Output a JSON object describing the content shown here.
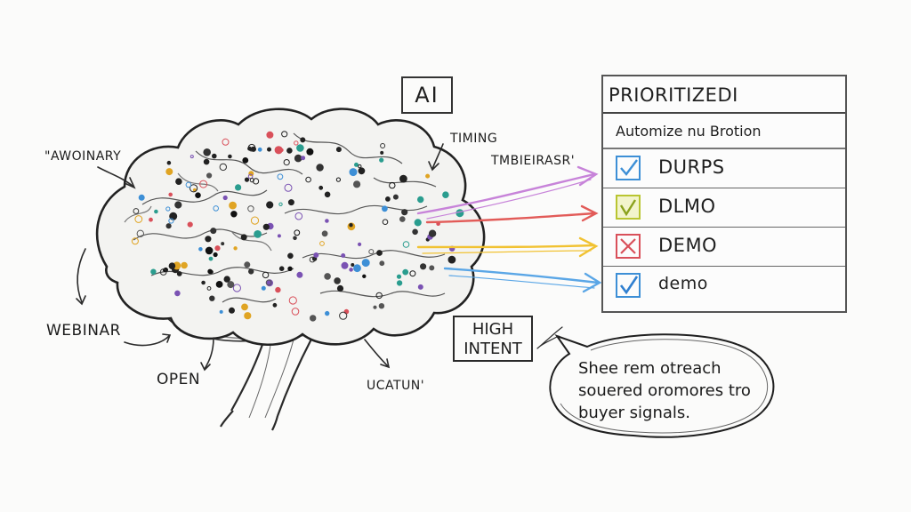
{
  "labels": {
    "ai": "AI",
    "awoinary": "\"AWOINARY",
    "webinar": "WEBINAR",
    "open": "OPEN",
    "ucatun": "UCATUN'",
    "timing": "TIMING",
    "tmbieirasr": "TMBIEIRASR'",
    "high_intent_line1": "HIGH",
    "high_intent_line2": "INTENT"
  },
  "panel": {
    "title": "PRIORITIZEDI",
    "subtitle": "Automize nu Brotion",
    "rows": [
      {
        "label": "DURPS",
        "status": "checked",
        "box_color": "#3d8fd6"
      },
      {
        "label": "DLMO",
        "status": "checked",
        "box_color": "#b9c531"
      },
      {
        "label": "DEMO",
        "status": "crossed",
        "box_color": "#d9505a"
      },
      {
        "label": "demo",
        "status": "checked",
        "box_color": "#3d8fd6"
      }
    ]
  },
  "bubble": {
    "line1": "Shee rem otreach",
    "line2": "souered oromores tro",
    "line3": "buyer signals."
  },
  "colors": {
    "arrow_purple": "#c783d9",
    "arrow_red": "#e25b58",
    "arrow_yellow": "#f1c232",
    "arrow_blue": "#5aa6e6"
  }
}
